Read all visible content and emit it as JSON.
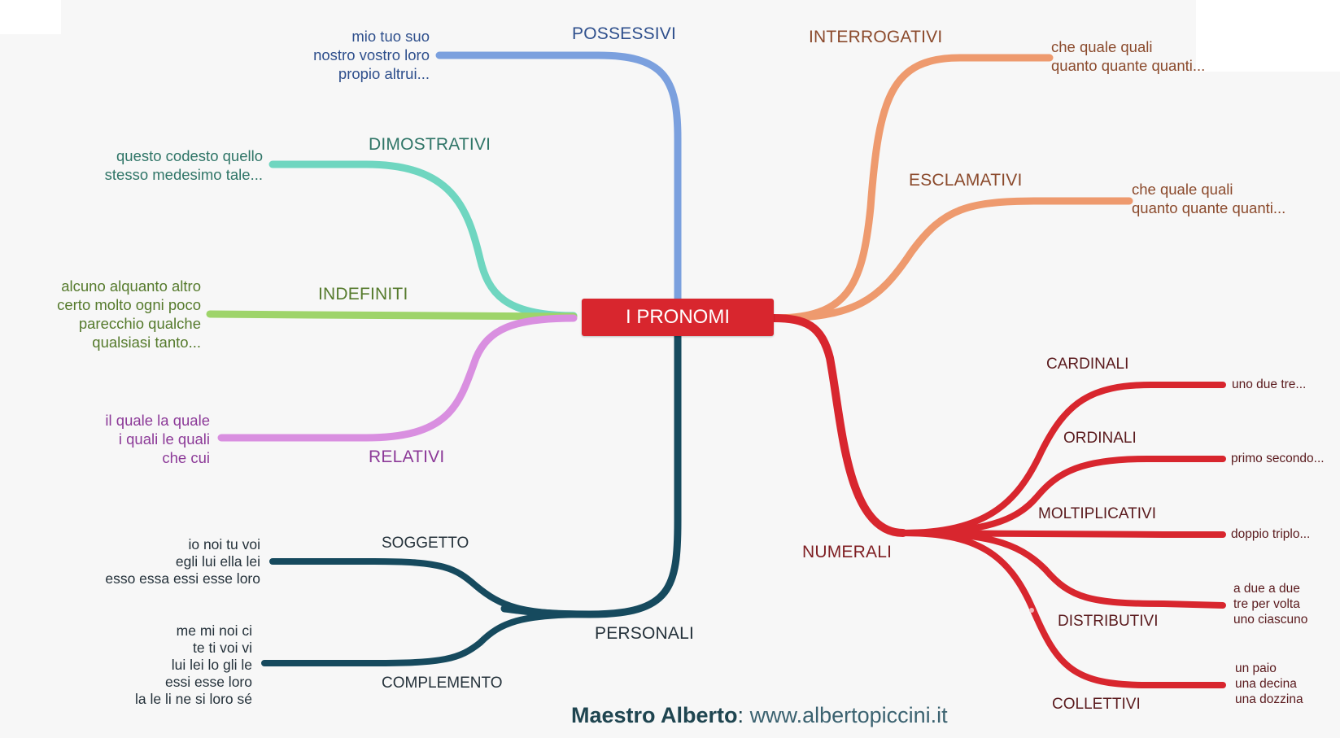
{
  "center": {
    "label": "I PRONOMI"
  },
  "colors": {
    "possessivi": "#7ba0de",
    "dimostrativi": "#6fd6c0",
    "indefiniti": "#9ed46a",
    "relativi": "#d98fe0",
    "personali": "#164a5e",
    "interrogativi": "#ee9a6e",
    "esclamativi": "#ee9a6e",
    "numerali": "#d8262e"
  },
  "branches": {
    "possessivi": {
      "label": "POSSESSIVI",
      "examples": [
        "mio tuo suo",
        "nostro vostro loro",
        "propio altrui..."
      ]
    },
    "dimostrativi": {
      "label": "DIMOSTRATIVI",
      "examples": [
        "questo codesto quello",
        "stesso medesimo tale..."
      ]
    },
    "indefiniti": {
      "label": "INDEFINITI",
      "examples": [
        "alcuno alquanto altro",
        "certo molto ogni poco",
        "parecchio qualche",
        "qualsiasi tanto..."
      ]
    },
    "relativi": {
      "label": "RELATIVI",
      "examples": [
        "il quale la quale",
        "i quali le quali",
        "che cui"
      ]
    },
    "personali": {
      "label": "PERSONALI",
      "soggetto": {
        "label": "SOGGETTO",
        "examples": [
          "io noi tu voi",
          "egli lui ella lei",
          "esso essa essi esse loro"
        ]
      },
      "complemento": {
        "label": "COMPLEMENTO",
        "examples": [
          "me mi noi ci",
          "te ti voi vi",
          "lui lei lo gli le",
          "essi esse loro",
          "la le li ne si loro sé"
        ]
      }
    },
    "interrogativi": {
      "label": "INTERROGATIVI",
      "examples": [
        "che quale quali",
        "quanto quante quanti..."
      ]
    },
    "esclamativi": {
      "label": "ESCLAMATIVI",
      "examples": [
        "che quale quali",
        "quanto quante quanti..."
      ]
    },
    "numerali": {
      "label": "NUMERALI",
      "cardinali": {
        "label": "CARDINALI",
        "examples": [
          "uno due tre..."
        ]
      },
      "ordinali": {
        "label": "ORDINALI",
        "examples": [
          "primo secondo..."
        ]
      },
      "moltiplicativi": {
        "label": "MOLTIPLICATIVI",
        "examples": [
          "doppio triplo..."
        ]
      },
      "distributivi": {
        "label": "DISTRIBUTIVI",
        "examples": [
          "a due a due",
          "tre per volta",
          "uno ciascuno"
        ]
      },
      "collettivi": {
        "label": "COLLETTIVI",
        "examples": [
          "un paio",
          "una decina",
          "una dozzina"
        ]
      }
    }
  },
  "footer": {
    "name": "Maestro Alberto",
    "separator": ":",
    "url": "www.albertopiccini.it"
  }
}
